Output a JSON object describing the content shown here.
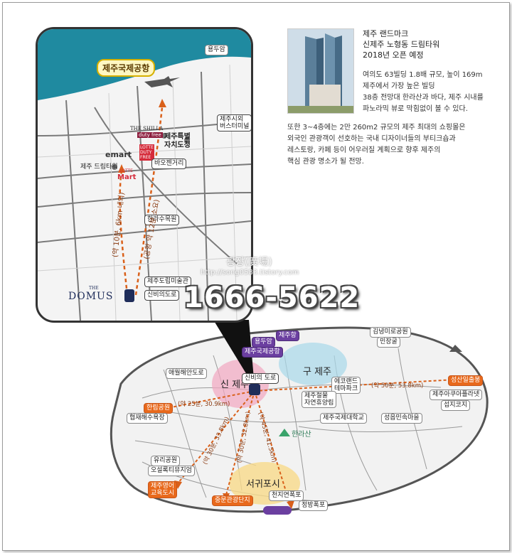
{
  "header": {
    "title_lines": [
      "제주 랜드마크",
      "신제주 노형동 드림타워",
      "2018년 오픈 예정"
    ],
    "desc_lines": [
      "여의도 63빌딩 1.8배 규모, 높이 169m",
      "제주에서 가장 높은 빌딩",
      "38층 전망대 한라산과 바다, 제주 시내를",
      "파노라믹 뷰로 막힘없이 볼 수 있다."
    ],
    "desc2_lines": [
      "또한 3~4층에는 2만 260m2 규모의 제주 최대의 쇼핑몰은",
      "외국인 관광객이 선호하는 국내 디자이너들의 부티크숍과",
      "레스토랑, 카페 등이 어우러질 계획으로 향후 제주의",
      "핵심 관광 명소가 될 전망."
    ]
  },
  "watermark": {
    "line1": "광장(廣場)",
    "line2": "http://song0583.tistory.com"
  },
  "phone": "1666-5622",
  "inset": {
    "airport": "제주국제공항",
    "yongduam": "용두암",
    "terminal": "제주시외\n버스터미널",
    "shilla": "THE SHILLA",
    "shilla_sub": "duty free",
    "lotte_duty": "LOTTE\nDUTY\nFREE",
    "jeju_office": "제주특별\n자치도청",
    "emart": "emart",
    "dreamtower": "제주 드림타워",
    "lottemart_top": "LOTTE",
    "lottemart": "Mart",
    "baoejen": "바오젠거리",
    "hallasumok": "한라수목원",
    "museum": "제주도립미술관",
    "sinbiro": "신비의도로",
    "route1": "(약 10분, 6km 내외)",
    "route2": "(공항 약 12분 소요)",
    "domus_the": "THE",
    "domus": "DOMUS"
  },
  "island": {
    "yongduam": "용두암",
    "jejuport": "제주항",
    "airport": "제주국제공항",
    "gimnyeong": "김녕미로공원",
    "minsok": "민장굴",
    "aewol": "애월해안도로",
    "sinjeju": "신 제주",
    "gujeju": "구 제주",
    "sinbiro": "신비의 도로",
    "ecoland": "에코랜드\n테마파크",
    "seongsan": "성산일출봉",
    "route_east": "(약 50분, 53.8km)",
    "jeolmul": "제주절물\n자연휴양림",
    "aquaplanet": "제주아쿠아플라넷",
    "hallim": "한림공원",
    "route_west": "(약 25분, 30.9km)",
    "seopjikoji": "섭지코지",
    "hyeopjae": "협재해수욕장",
    "jejuuni": "제주국제대학교",
    "seongeup": "성읍민속마을",
    "hallasan": "한라산",
    "yuri": "유리공원",
    "osulloc": "오설록티뮤지엄",
    "eduvil": "제주영어\n교육도시",
    "route_sw": "(약 30분, 33.8km)",
    "route_s": "(약 30분, 32.8km)",
    "route_se": "(약 45분, 41.5km)",
    "seogwipo": "서귀포시",
    "cheonjiyeon": "천지연폭포",
    "jeongbang": "정방폭포",
    "jungmun": "중문관광단지"
  },
  "colors": {
    "route": "#d9601a",
    "sea": "#1f8aa0",
    "airport_box": "#fff7c2",
    "purple": "#6b3fa0"
  }
}
